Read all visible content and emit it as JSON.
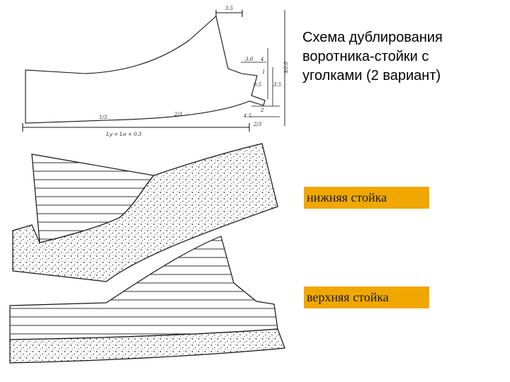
{
  "title_lines": [
    "Схема дублирования",
    "воротника-стойки с",
    "уголками (2 вариант)"
  ],
  "labels": {
    "lower": "нижняя стойка",
    "upper": "верхняя стойка"
  },
  "dims": {
    "top": "3.5",
    "right_tall": "±0.0",
    "a": "3.0",
    "b": "4",
    "c": "1",
    "d": "0.5",
    "e": "3.5",
    "f": "2",
    "g": "4.5",
    "third": "1/3",
    "two_thirds": "2/3",
    "two_thirds_b": "2/3",
    "formula": "Lу = Lн + 0.3"
  },
  "colors": {
    "label_bg": "#f0a800",
    "line": "#111111"
  }
}
